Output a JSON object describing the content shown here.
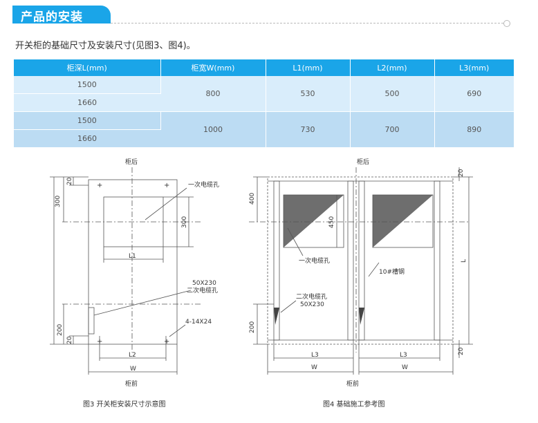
{
  "section_title": "产品的安装",
  "intro": "开关柜的基础尺寸及安装尺寸(见图3、图4)。",
  "table": {
    "headers": [
      "柜深L(mm)",
      "柜宽W(mm)",
      "L1(mm)",
      "L2(mm)",
      "L3(mm)"
    ],
    "groups": [
      {
        "depths": [
          "1500",
          "1660"
        ],
        "width": "800",
        "l1": "530",
        "l2": "500",
        "l3": "690"
      },
      {
        "depths": [
          "1500",
          "1660"
        ],
        "width": "1000",
        "l1": "730",
        "l2": "700",
        "l3": "890"
      }
    ]
  },
  "fig3": {
    "top_label": "柜后",
    "bottom_label": "柜前",
    "dim_300_left": "300",
    "dim_20_top": "20",
    "dim_300_right": "300",
    "dim_200": "200",
    "dim_20_bottom": "20",
    "l1": "L1",
    "l2": "L2",
    "w": "W",
    "primary_cable_hole": "一次电缆孔",
    "secondary_size": "50X230",
    "secondary_cable_hole": "二次电缆孔",
    "mount_holes": "4-14X24",
    "caption": "图3 开关柜安装尺寸示意图"
  },
  "fig4": {
    "top_label": "柜后",
    "bottom_label": "柜前",
    "dim_400": "400",
    "dim_450": "450",
    "dim_200": "200",
    "dim_20_top": "20",
    "dim_20_bottom": "20",
    "l": "L",
    "primary_cable_hole": "一次电缆孔",
    "channel_steel": "10#槽钢",
    "secondary_cable_hole": "二次电缆孔",
    "secondary_size": "50X230",
    "l3_left": "L3",
    "l3_right": "L3",
    "w_left": "W",
    "w_right": "W",
    "caption": "图4 基础施工参考图"
  }
}
